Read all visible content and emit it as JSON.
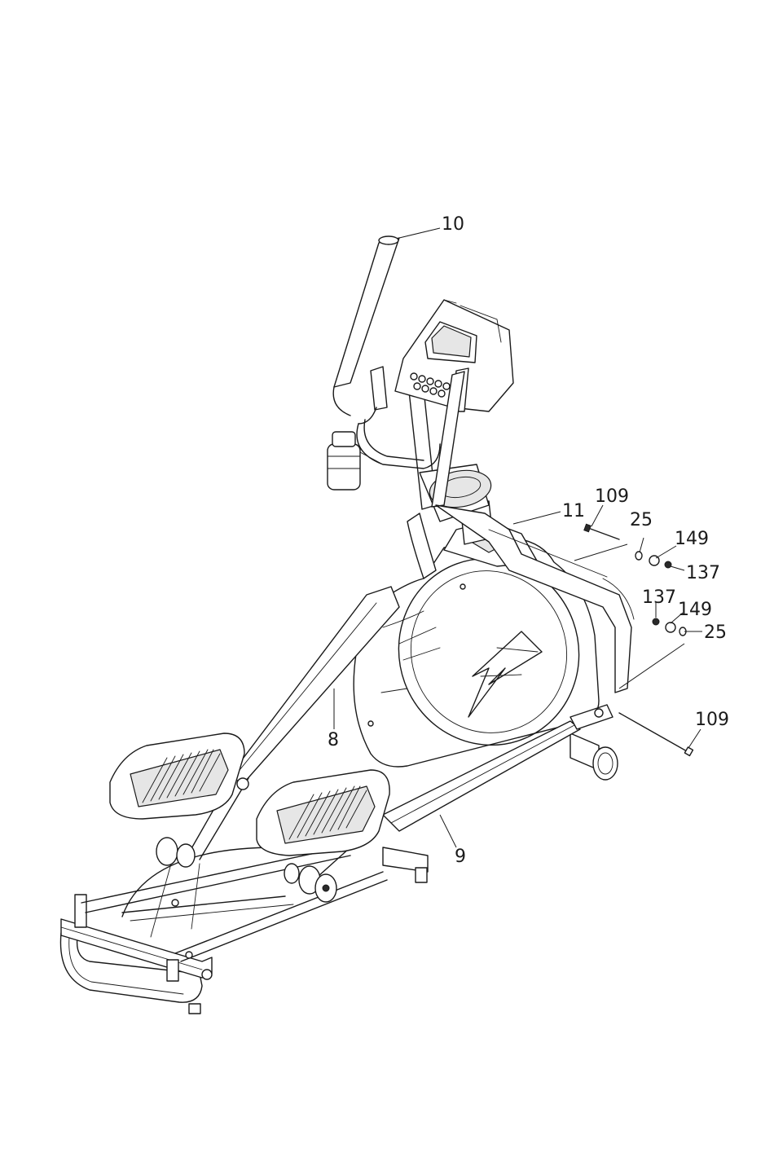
{
  "labels": {
    "handlebar_left": "10",
    "pivot_right": "11",
    "pedal_arm_left": "8",
    "pedal_arm_right": "9",
    "bolt_upper": "109",
    "bushing_upper": "25",
    "washer_upper": "149",
    "nut_upper": "137",
    "nut_lower": "137",
    "washer_lower": "149",
    "bushing_lower": "25",
    "bolt_lower": "109"
  }
}
